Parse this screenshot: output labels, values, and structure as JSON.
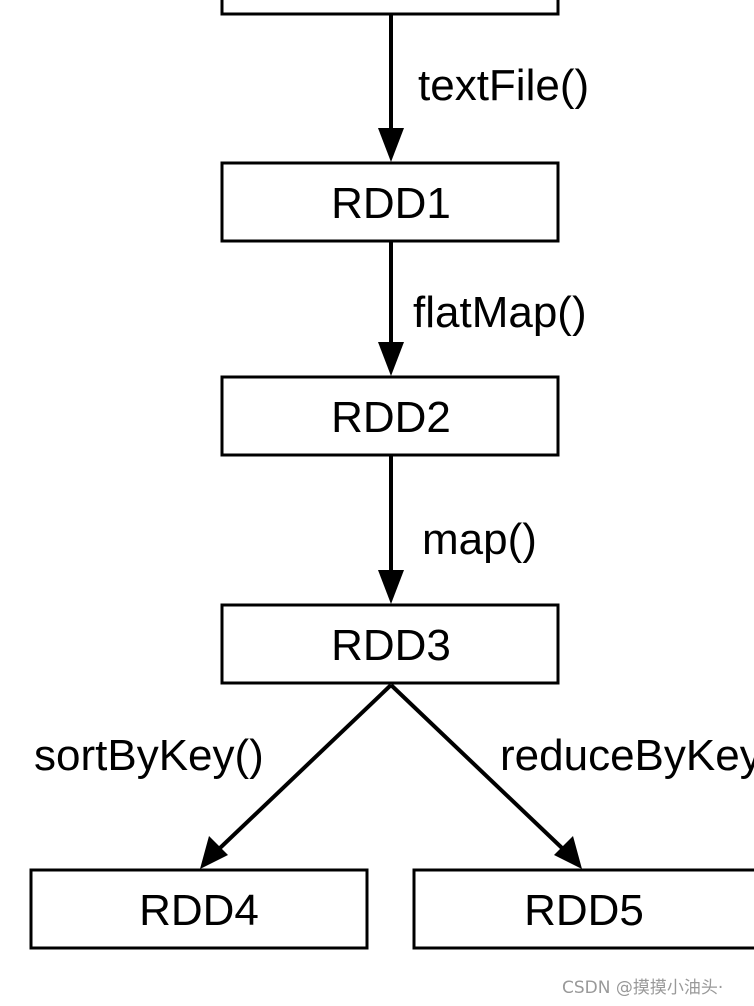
{
  "nodes": {
    "rdd1": "RDD1",
    "rdd2": "RDD2",
    "rdd3": "RDD3",
    "rdd4": "RDD4",
    "rdd5": "RDD5"
  },
  "edges": {
    "textfile": "textFile()",
    "flatmap": "flatMap()",
    "map": "map()",
    "sortbykey": "sortByKey()",
    "reducebykey": "reduceByKey()"
  },
  "watermark": "CSDN @摸摸小油头·"
}
